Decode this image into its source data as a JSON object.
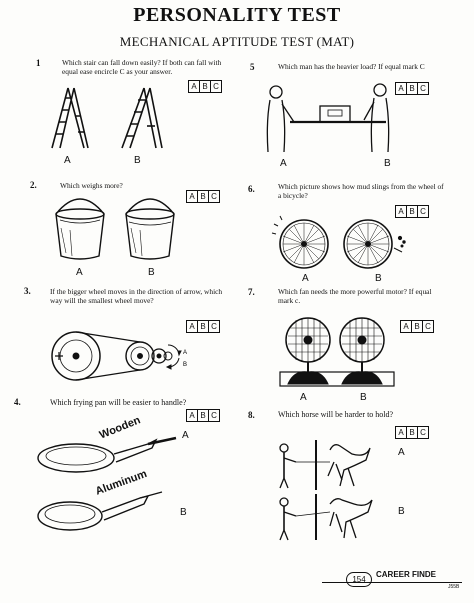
{
  "header": {
    "title": "PERSONALITY TEST",
    "subtitle": "MECHANICAL APTITUDE TEST (MAT)"
  },
  "answer_choices": [
    "A",
    "B",
    "C"
  ],
  "questions": [
    {
      "number": "1",
      "text": "Which stair can fall down easily? If both can fall with equal ease encircle C as your answer.",
      "labels": [
        "A",
        "B"
      ]
    },
    {
      "number": "2.",
      "text": "Which weighs more?",
      "labels": [
        "A",
        "B"
      ]
    },
    {
      "number": "3.",
      "text": "If the bigger wheel moves in the direction of arrow, which way will the smallest wheel move?",
      "labels": [
        "A",
        "B"
      ]
    },
    {
      "number": "4.",
      "text": "Which frying pan will be easier to handle?",
      "labels": [
        "A",
        "B"
      ],
      "handle_labels": [
        "Wooden",
        "Aluminum"
      ]
    },
    {
      "number": "5",
      "text": "Which man has the heavier load? If equal mark C",
      "labels": [
        "A",
        "B"
      ]
    },
    {
      "number": "6.",
      "text": "Which picture shows how mud slings from the wheel of a bicycle?",
      "labels": [
        "A",
        "B"
      ]
    },
    {
      "number": "7.",
      "text": "Which fan needs the more powerful motor? If equal mark c.",
      "labels": [
        "A",
        "B"
      ]
    },
    {
      "number": "8.",
      "text": "Which horse will be harder to hold?",
      "labels": [
        "A",
        "B"
      ]
    }
  ],
  "footer": {
    "page_number": "154",
    "brand": "CAREER FINDE",
    "code": "J55B"
  }
}
